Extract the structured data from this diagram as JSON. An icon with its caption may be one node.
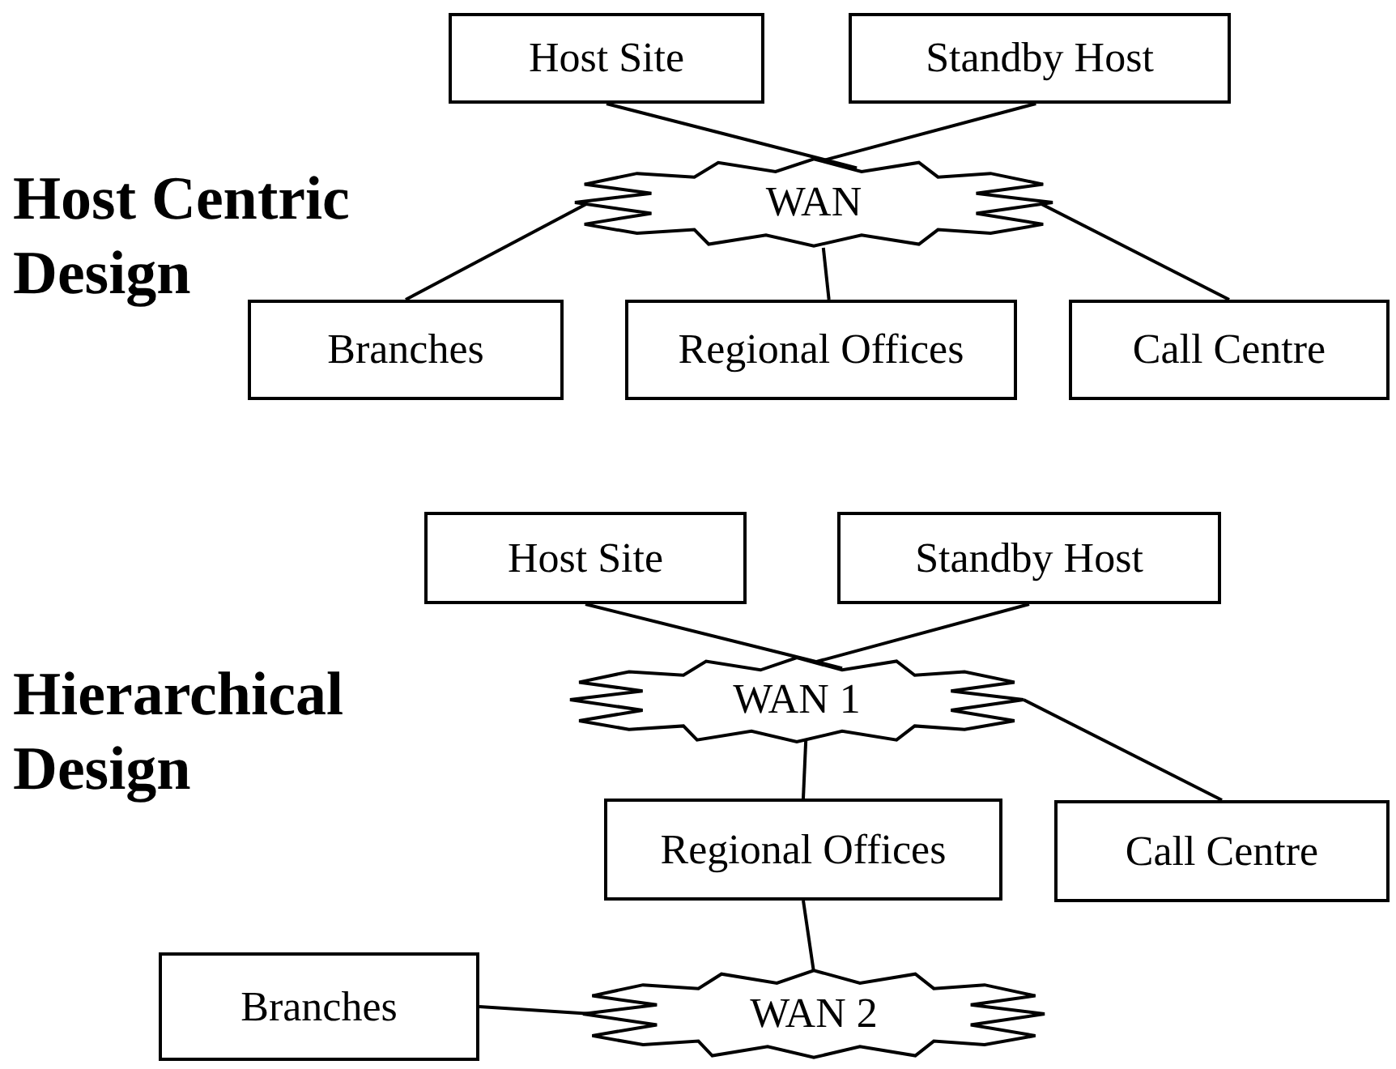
{
  "diagram": {
    "nodes": [
      {
        "text": [
          "Host Site"
        ]
      },
      {
        "text": [
          "Standby Host"
        ]
      },
      {
        "text": [
          "WAN"
        ]
      },
      {
        "text": [
          "Branches"
        ]
      },
      {
        "text": [
          "Regional Offices"
        ]
      },
      {
        "text": [
          "Call Centre"
        ]
      },
      {
        "text": [
          "Host Site"
        ]
      },
      {
        "text": [
          "Standby Host"
        ]
      },
      {
        "text": [
          "WAN 1"
        ]
      },
      {
        "text": [
          "Regional Offices"
        ]
      },
      {
        "text": [
          "Call Centre"
        ]
      },
      {
        "text": [
          "Branches"
        ]
      },
      {
        "text": [
          "WAN 2"
        ]
      }
    ],
    "edges": [
      {
        "from": 0,
        "to": 2,
        "arrow": "none"
      },
      {
        "from": 1,
        "to": 2,
        "arrow": "none"
      },
      {
        "from": 2,
        "to": 3,
        "arrow": "none"
      },
      {
        "from": 2,
        "to": 4,
        "arrow": "none"
      },
      {
        "from": 2,
        "to": 5,
        "arrow": "none"
      },
      {
        "from": 6,
        "to": 8,
        "arrow": "none"
      },
      {
        "from": 7,
        "to": 8,
        "arrow": "none"
      },
      {
        "from": 8,
        "to": 9,
        "arrow": "none"
      },
      {
        "from": 8,
        "to": 10,
        "arrow": "none"
      },
      {
        "from": 9,
        "to": 12,
        "arrow": "none"
      },
      {
        "from": 11,
        "to": 12,
        "arrow": "none"
      }
    ],
    "labels": [
      "Host Centric Design",
      "Hierarchical Design"
    ]
  }
}
